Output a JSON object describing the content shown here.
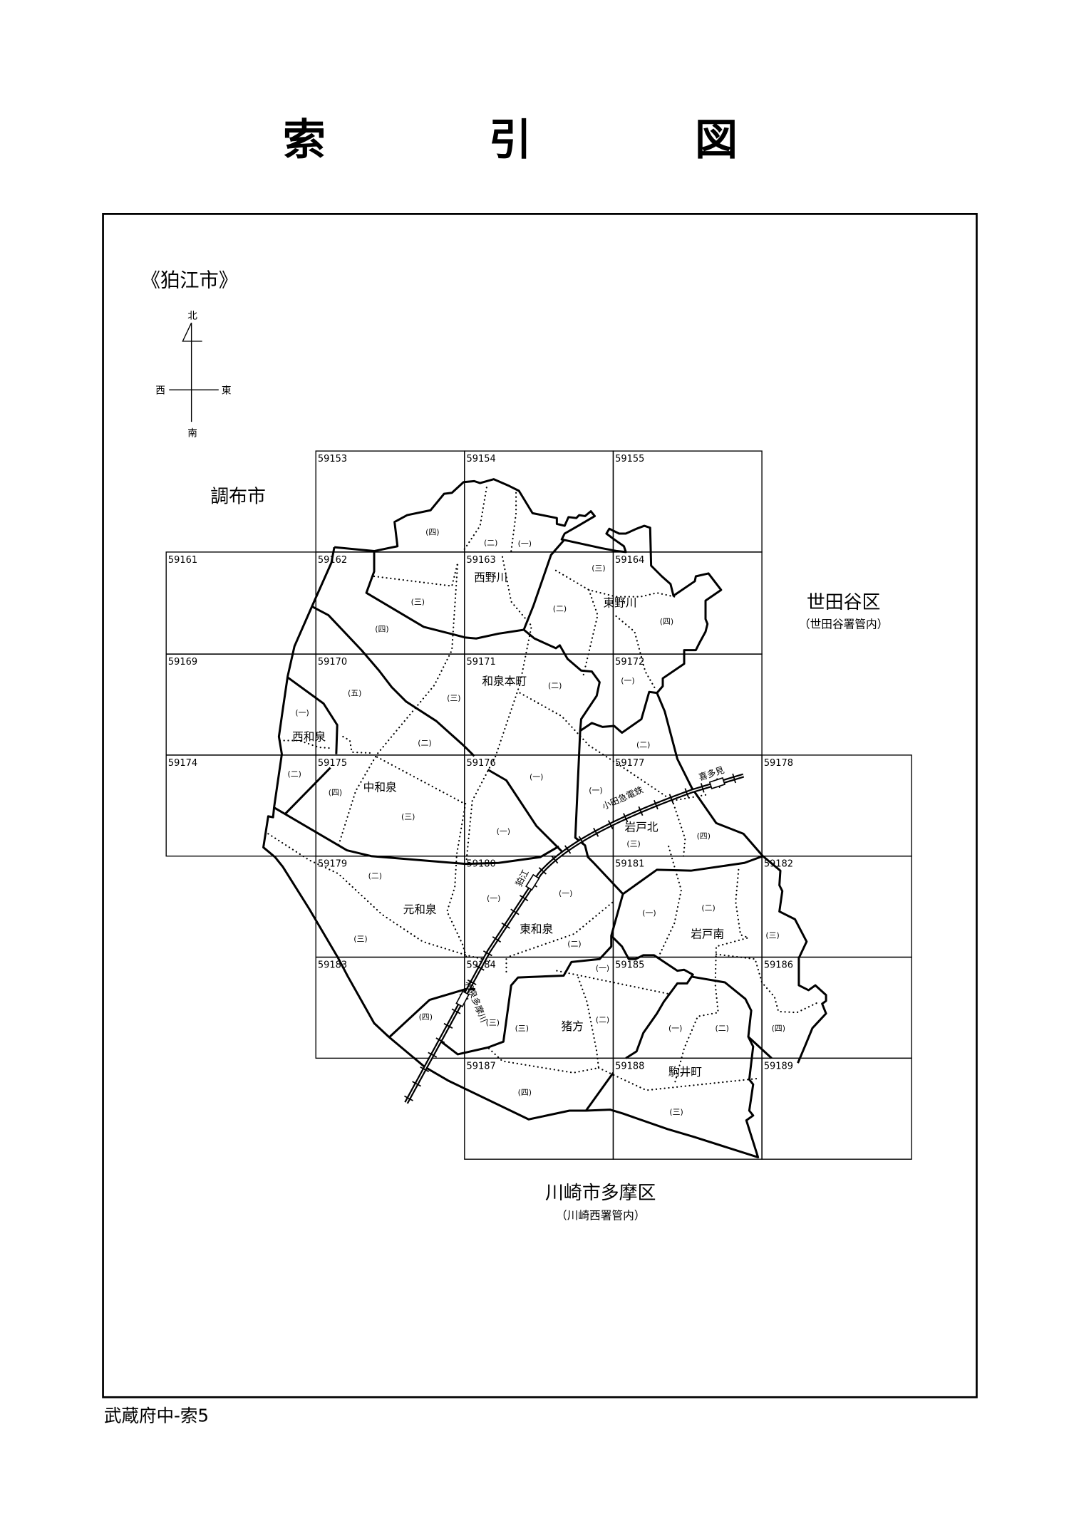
{
  "title": "索　引　図",
  "map": {
    "city": "《狛江市》",
    "compass": {
      "north": "北",
      "south": "南",
      "east": "東",
      "west": "西"
    },
    "neighbors": [
      {
        "name": "調布市"
      },
      {
        "name": "世田谷区",
        "note": "（世田谷署管内）"
      },
      {
        "name": "川崎市多摩区",
        "note": "（川崎西署管内）"
      }
    ],
    "grid_cells": [
      "59153",
      "59154",
      "59155",
      "59161",
      "59162",
      "59163",
      "59164",
      "59169",
      "59170",
      "59171",
      "59172",
      "59174",
      "59175",
      "59176",
      "59177",
      "59178",
      "59179",
      "59180",
      "59181",
      "59182",
      "59183",
      "59184",
      "59185",
      "59186",
      "59187",
      "59188",
      "59189"
    ],
    "towns": [
      "西野川",
      "東野川",
      "和泉本町",
      "西和泉",
      "中和泉",
      "岩戸北",
      "元和泉",
      "東和泉",
      "岩戸南",
      "猪方",
      "駒井町"
    ],
    "chome_labels": [
      "(四)",
      "(二)",
      "(一)",
      "(三)",
      "(四)",
      "(三)",
      "(二)",
      "(四)",
      "(一)",
      "(五)",
      "(三)",
      "(二)",
      "(一)",
      "(二)",
      "(二)",
      "(二)",
      "(四)",
      "(三)",
      "(一)",
      "(一)",
      "(一)",
      "(三)",
      "(四)",
      "(二)",
      "(三)",
      "(一)",
      "(一)",
      "(二)",
      "(一)",
      "(二)",
      "(三)",
      "(一)",
      "(四)",
      "(三)",
      "(三)",
      "(二)",
      "(一)",
      "(二)",
      "(四)",
      "(四)",
      "(三)"
    ],
    "railway": {
      "line": "小田急電鉄",
      "stations": [
        "喜多見",
        "狛江",
        "和泉多摩川"
      ]
    }
  },
  "footer": "武蔵府中-索5"
}
